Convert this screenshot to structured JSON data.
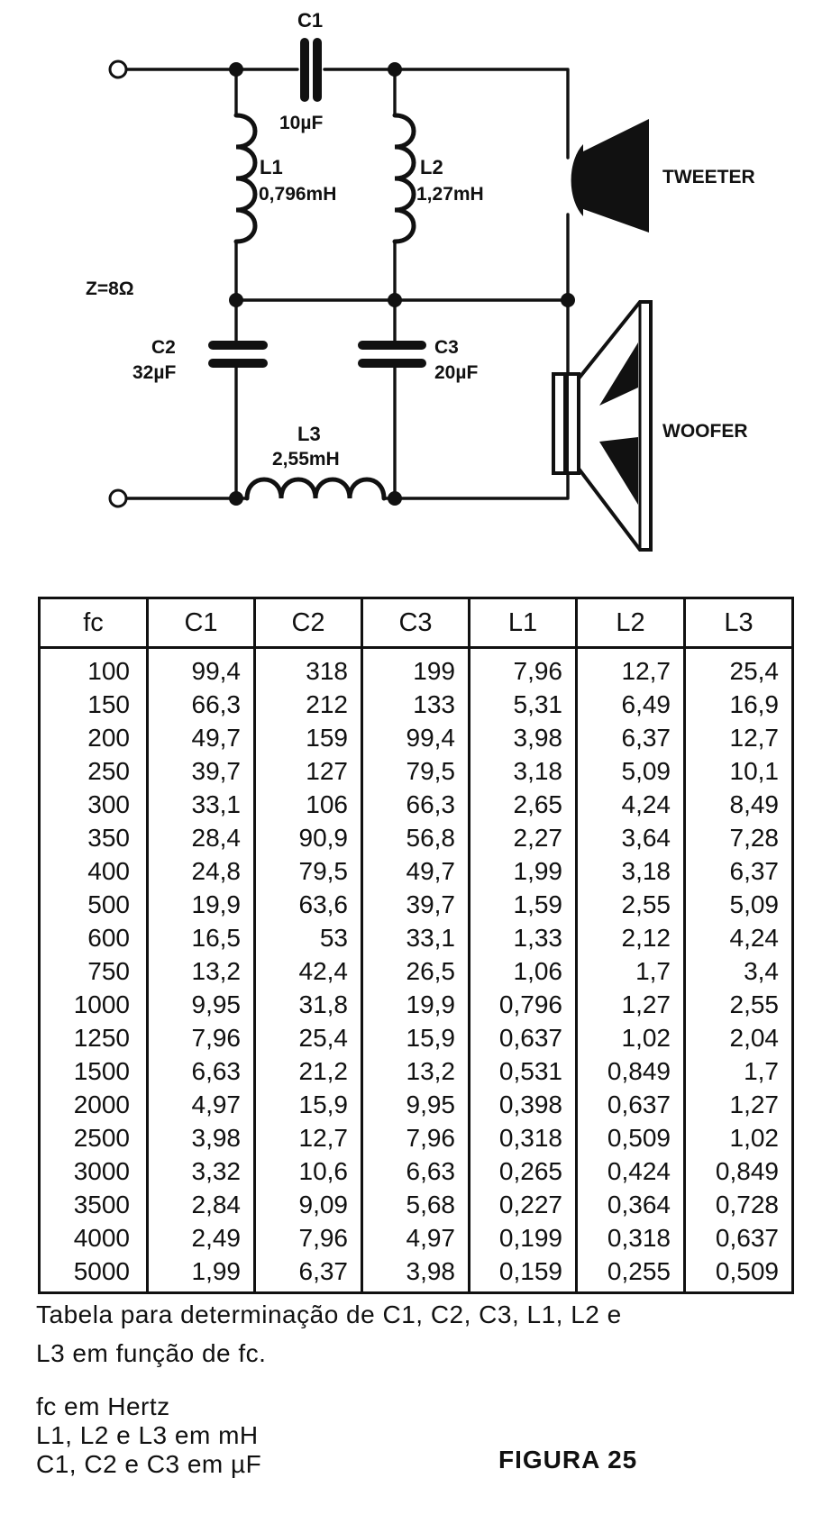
{
  "schematic": {
    "impedance": "Z=8Ω",
    "c1": {
      "name": "C1",
      "value": "10µF"
    },
    "l1": {
      "name": "L1",
      "value": "0,796mH"
    },
    "l2": {
      "name": "L2",
      "value": "1,27mH"
    },
    "c2": {
      "name": "C2",
      "value": "32µF"
    },
    "c3": {
      "name": "C3",
      "value": "20µF"
    },
    "l3": {
      "name": "L3",
      "value": "2,55mH"
    },
    "tweeter": "TWEETER",
    "woofer": "WOOFER"
  },
  "table": {
    "headers": [
      "fc",
      "C1",
      "C2",
      "C3",
      "L1",
      "L2",
      "L3"
    ],
    "rows": [
      [
        "100",
        "99,4",
        "318",
        "199",
        "7,96",
        "12,7",
        "25,4"
      ],
      [
        "150",
        "66,3",
        "212",
        "133",
        "5,31",
        "6,49",
        "16,9"
      ],
      [
        "200",
        "49,7",
        "159",
        "99,4",
        "3,98",
        "6,37",
        "12,7"
      ],
      [
        "250",
        "39,7",
        "127",
        "79,5",
        "3,18",
        "5,09",
        "10,1"
      ],
      [
        "300",
        "33,1",
        "106",
        "66,3",
        "2,65",
        "4,24",
        "8,49"
      ],
      [
        "350",
        "28,4",
        "90,9",
        "56,8",
        "2,27",
        "3,64",
        "7,28"
      ],
      [
        "400",
        "24,8",
        "79,5",
        "49,7",
        "1,99",
        "3,18",
        "6,37"
      ],
      [
        "500",
        "19,9",
        "63,6",
        "39,7",
        "1,59",
        "2,55",
        "5,09"
      ],
      [
        "600",
        "16,5",
        "53",
        "33,1",
        "1,33",
        "2,12",
        "4,24"
      ],
      [
        "750",
        "13,2",
        "42,4",
        "26,5",
        "1,06",
        "1,7",
        "3,4"
      ],
      [
        "1000",
        "9,95",
        "31,8",
        "19,9",
        "0,796",
        "1,27",
        "2,55"
      ],
      [
        "1250",
        "7,96",
        "25,4",
        "15,9",
        "0,637",
        "1,02",
        "2,04"
      ],
      [
        "1500",
        "6,63",
        "21,2",
        "13,2",
        "0,531",
        "0,849",
        "1,7"
      ],
      [
        "2000",
        "4,97",
        "15,9",
        "9,95",
        "0,398",
        "0,637",
        "1,27"
      ],
      [
        "2500",
        "3,98",
        "12,7",
        "7,96",
        "0,318",
        "0,509",
        "1,02"
      ],
      [
        "3000",
        "3,32",
        "10,6",
        "6,63",
        "0,265",
        "0,424",
        "0,849"
      ],
      [
        "3500",
        "2,84",
        "9,09",
        "5,68",
        "0,227",
        "0,364",
        "0,728"
      ],
      [
        "4000",
        "2,49",
        "7,96",
        "4,97",
        "0,199",
        "0,318",
        "0,637"
      ],
      [
        "5000",
        "1,99",
        "6,37",
        "3,98",
        "0,159",
        "0,255",
        "0,509"
      ]
    ]
  },
  "caption": {
    "line1": "Tabela para determinação de  C1, C2, C3, L1, L2  e",
    "line2": "L3 em função de fc.",
    "unit_fc": "fc em Hertz",
    "unit_l": "L1, L2 e L3 em mH",
    "unit_c": "C1, C2 e C3 em µF"
  },
  "figure_label": "FIGURA 25"
}
